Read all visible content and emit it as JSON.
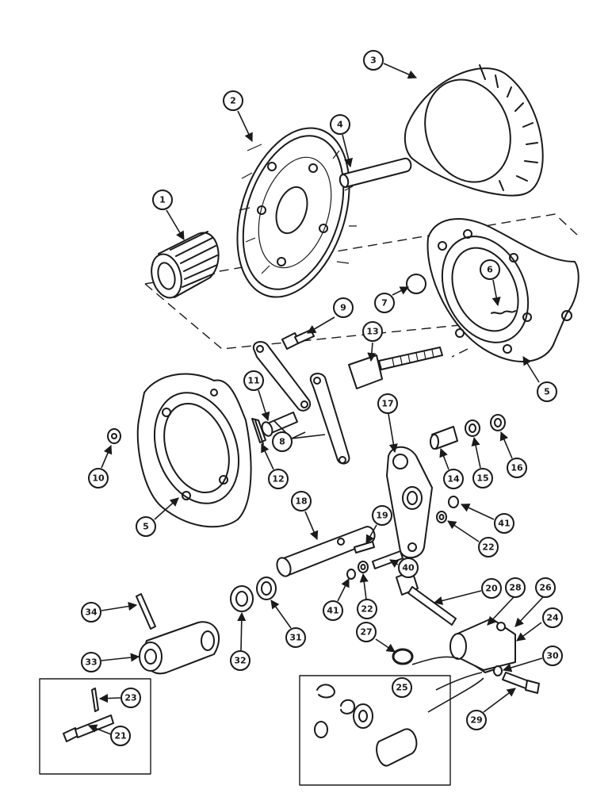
{
  "diagram": {
    "callouts": [
      "1",
      "2",
      "3",
      "4",
      "5",
      "6",
      "7",
      "8",
      "9",
      "10",
      "11",
      "12",
      "13",
      "14",
      "15",
      "16",
      "17",
      "18",
      "19",
      "20",
      "21",
      "22",
      "23",
      "24",
      "25",
      "26",
      "27",
      "28",
      "29",
      "30",
      "31",
      "32",
      "33",
      "34",
      "40",
      "41"
    ]
  }
}
